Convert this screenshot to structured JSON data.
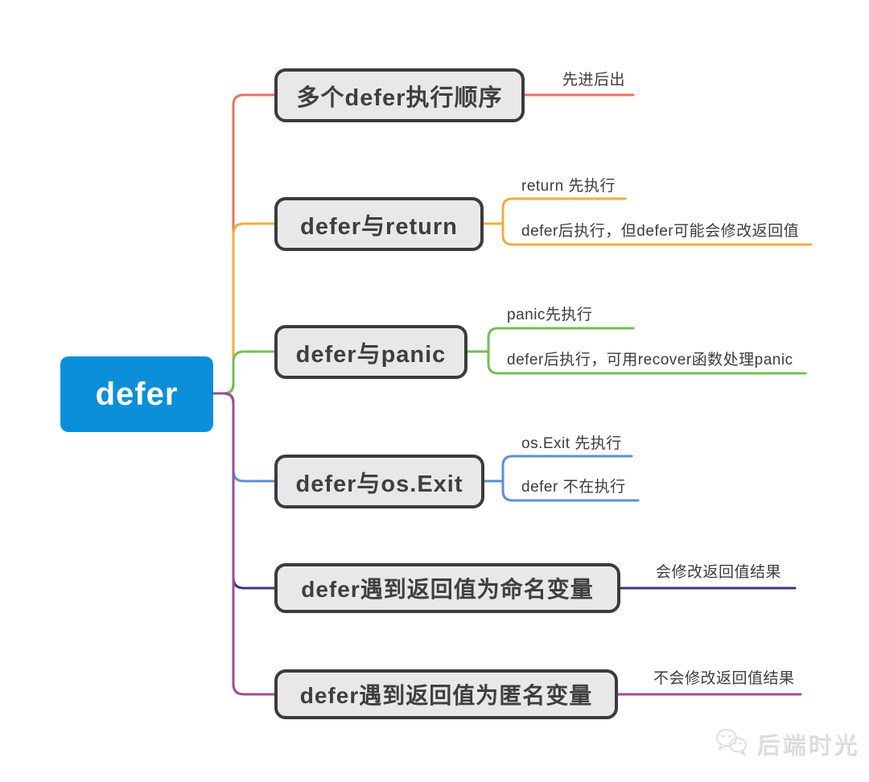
{
  "root": {
    "label": "defer"
  },
  "colors": {
    "root_fill": "#0c8fd9",
    "root_text": "#ffffff",
    "node_fill": "#e9e8e9",
    "node_border": "#3b3b3b",
    "node_text": "#3f3f3f",
    "label_text": "#3c3c3c",
    "watermark": "#e3e3e3"
  },
  "branches": [
    {
      "label": "多个defer执行顺序",
      "color": "#ee6f5f",
      "children": [
        {
          "label": "先进后出"
        }
      ]
    },
    {
      "label": "defer与return",
      "color": "#f0ad3a",
      "children": [
        {
          "label": "return 先执行"
        },
        {
          "label": "defer后执行，但defer可能会修改返回值"
        }
      ]
    },
    {
      "label": "defer与panic",
      "color": "#76bd55",
      "children": [
        {
          "label": "panic先执行"
        },
        {
          "label": "defer后执行，可用recover函数处理panic"
        }
      ]
    },
    {
      "label": "defer与os.Exit",
      "color": "#5b90d8",
      "children": [
        {
          "label": "os.Exit 先执行"
        },
        {
          "label": "defer 不在执行"
        }
      ]
    },
    {
      "label": "defer遇到返回值为命名变量",
      "color": "#3d3580",
      "children": [
        {
          "label": "会修改返回值结果"
        }
      ]
    },
    {
      "label": "defer遇到返回值为匿名变量",
      "color": "#9c4e9a",
      "children": [
        {
          "label": "不会修改返回值结果"
        }
      ]
    }
  ],
  "watermark": {
    "label": "后端时光",
    "icon": "wechat-icon"
  }
}
